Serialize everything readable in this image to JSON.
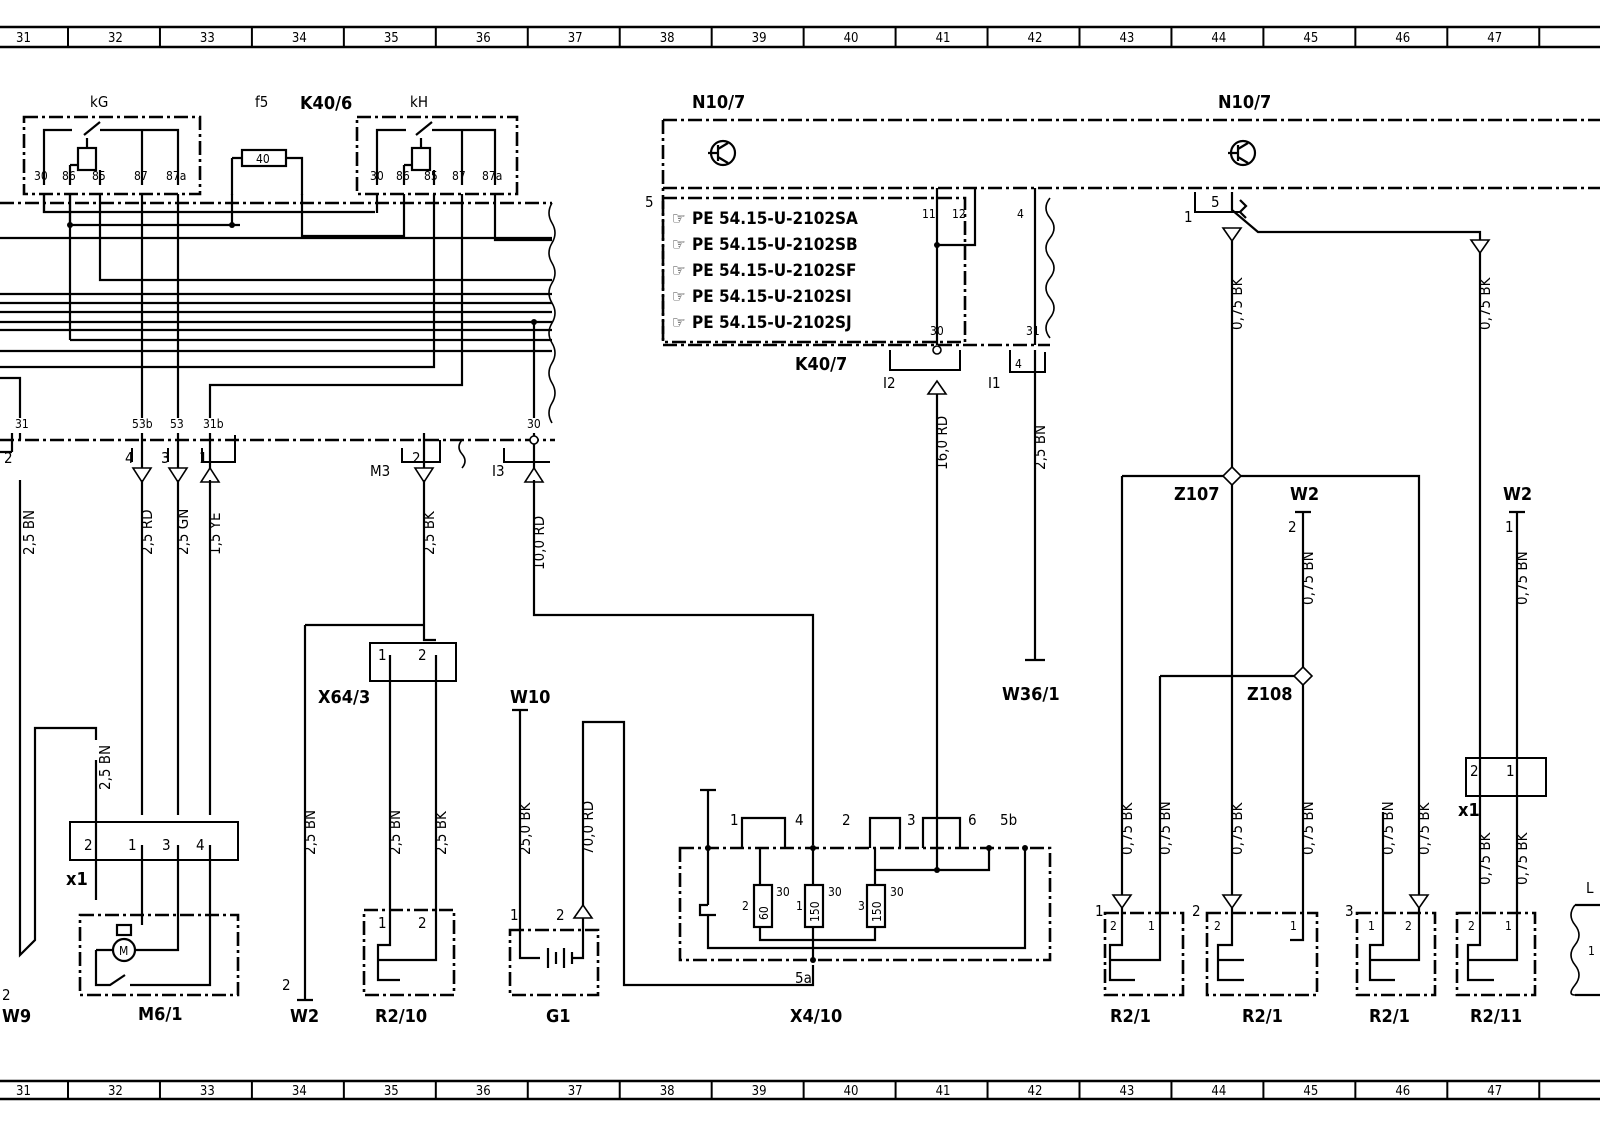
{
  "ruler": {
    "top": [
      "31",
      "32",
      "33",
      "34",
      "35",
      "36",
      "37",
      "38",
      "39",
      "40",
      "41",
      "42",
      "43",
      "44",
      "45",
      "46",
      "47"
    ],
    "bottom": [
      "31",
      "32",
      "33",
      "34",
      "35",
      "36",
      "37",
      "38",
      "39",
      "40",
      "41",
      "42",
      "43",
      "44",
      "45",
      "46",
      "47"
    ]
  },
  "components": {
    "kG": "kG",
    "f5": "f5",
    "K40_6": "K40/6",
    "kH": "kH",
    "fuse_40": "40",
    "N10_7_a": "N10/7",
    "N10_7_b": "N10/7",
    "K40_7": "K40/7",
    "X64_3": "X64/3",
    "W10": "W10",
    "W36_1": "W36/1",
    "Z107": "Z107",
    "Z108": "Z108",
    "W2_a": "W2",
    "W2_b": "W2",
    "x1_left": "x1",
    "x1_right": "x1",
    "W9": "W9",
    "M6_1": "M6/1",
    "W2_bottom": "W2",
    "R2_10": "R2/10",
    "G1": "G1",
    "X4_10": "X4/10",
    "R2_1_a": "R2/1",
    "R2_1_b": "R2/1",
    "R2_1_c": "R2/1",
    "R2_11": "R2/11",
    "M3": "M3",
    "I1": "I1",
    "I2": "I2",
    "I3": "I3"
  },
  "pe_refs": {
    "number": "5",
    "items": [
      "PE  54.15-U-2102SA",
      "PE  54.15-U-2102SB",
      "PE  54.15-U-2102SF",
      "PE  54.15-U-2102SI",
      "PE  54.15-U-2102SJ"
    ]
  },
  "relay_pins": [
    "30",
    "86",
    "85",
    "87",
    "87a"
  ],
  "pins": {
    "p31": "31",
    "p53b": "53b",
    "p53": "53",
    "p31b": "31b",
    "p30": "30",
    "c2": "2",
    "c4": "4",
    "c3": "3",
    "c1": "1",
    "m3_2": "2",
    "k11": "11",
    "k12": "12",
    "k4": "4",
    "k30": "30",
    "k31": "31",
    "k4b": "4",
    "n5": "5",
    "n1": "1",
    "w2a_2": "2",
    "w2b_1": "1",
    "x64_1": "1",
    "x64_2": "2",
    "x1_2": "2",
    "x1_1": "1",
    "x1_3": "3",
    "x1_4": "4",
    "x1r_2": "2",
    "x1r_1": "1",
    "r210_1": "1",
    "r210_2": "2",
    "g1_1": "1",
    "g1_2": "2",
    "x4_1": "1",
    "x4_4": "4",
    "x4_2": "2",
    "x4_3": "3",
    "x4_6": "6",
    "x4_5b": "5b",
    "x4_5a": "5a",
    "fu60_2": "2",
    "fu60_30": "30",
    "fu150a_1": "1",
    "fu150a_30": "30",
    "fu150b_3": "3",
    "fu150b_30": "30",
    "fu60": "60",
    "fu150a": "150",
    "fu150b": "150",
    "w9_2": "2",
    "w2bot_2": "2",
    "r21a_n": "1",
    "r21a_2": "2",
    "r21a_1": "1",
    "r21b_n": "2",
    "r21b_2": "2",
    "r21b_1": "1",
    "r21c_n": "3",
    "r21c_1": "1",
    "r21c_2": "2",
    "r211_2": "2",
    "r211_1": "1",
    "edge_L": "L",
    "edge_1": "1"
  },
  "wires": {
    "w1": "2,5  BN",
    "w2": "2,5  RD",
    "w3": "2,5  GN",
    "w4": "1,5  YE",
    "w5": "2,5  BK",
    "w6": "10,0  RD",
    "w7": "16,0  RD",
    "w8": "2,5  BN",
    "w9": "0,75  BK",
    "w10": "0,75  BK",
    "w11": "0,75  BN",
    "w12": "0,75  BN",
    "w13": "2,5  BN",
    "w14": "2,5  BN",
    "w15": "2,5  BN",
    "w16": "2,5  BK",
    "w17": "25,0  BK",
    "w18": "70,0  RD",
    "w19": "0,75  BK",
    "w20": "0,75  BN",
    "w21": "0,75  BK",
    "w22": "0,75  BN",
    "w23": "0,75  BN",
    "w24": "0,75  BK",
    "w25": "0,75  BK",
    "w26": "0,75  BK"
  }
}
